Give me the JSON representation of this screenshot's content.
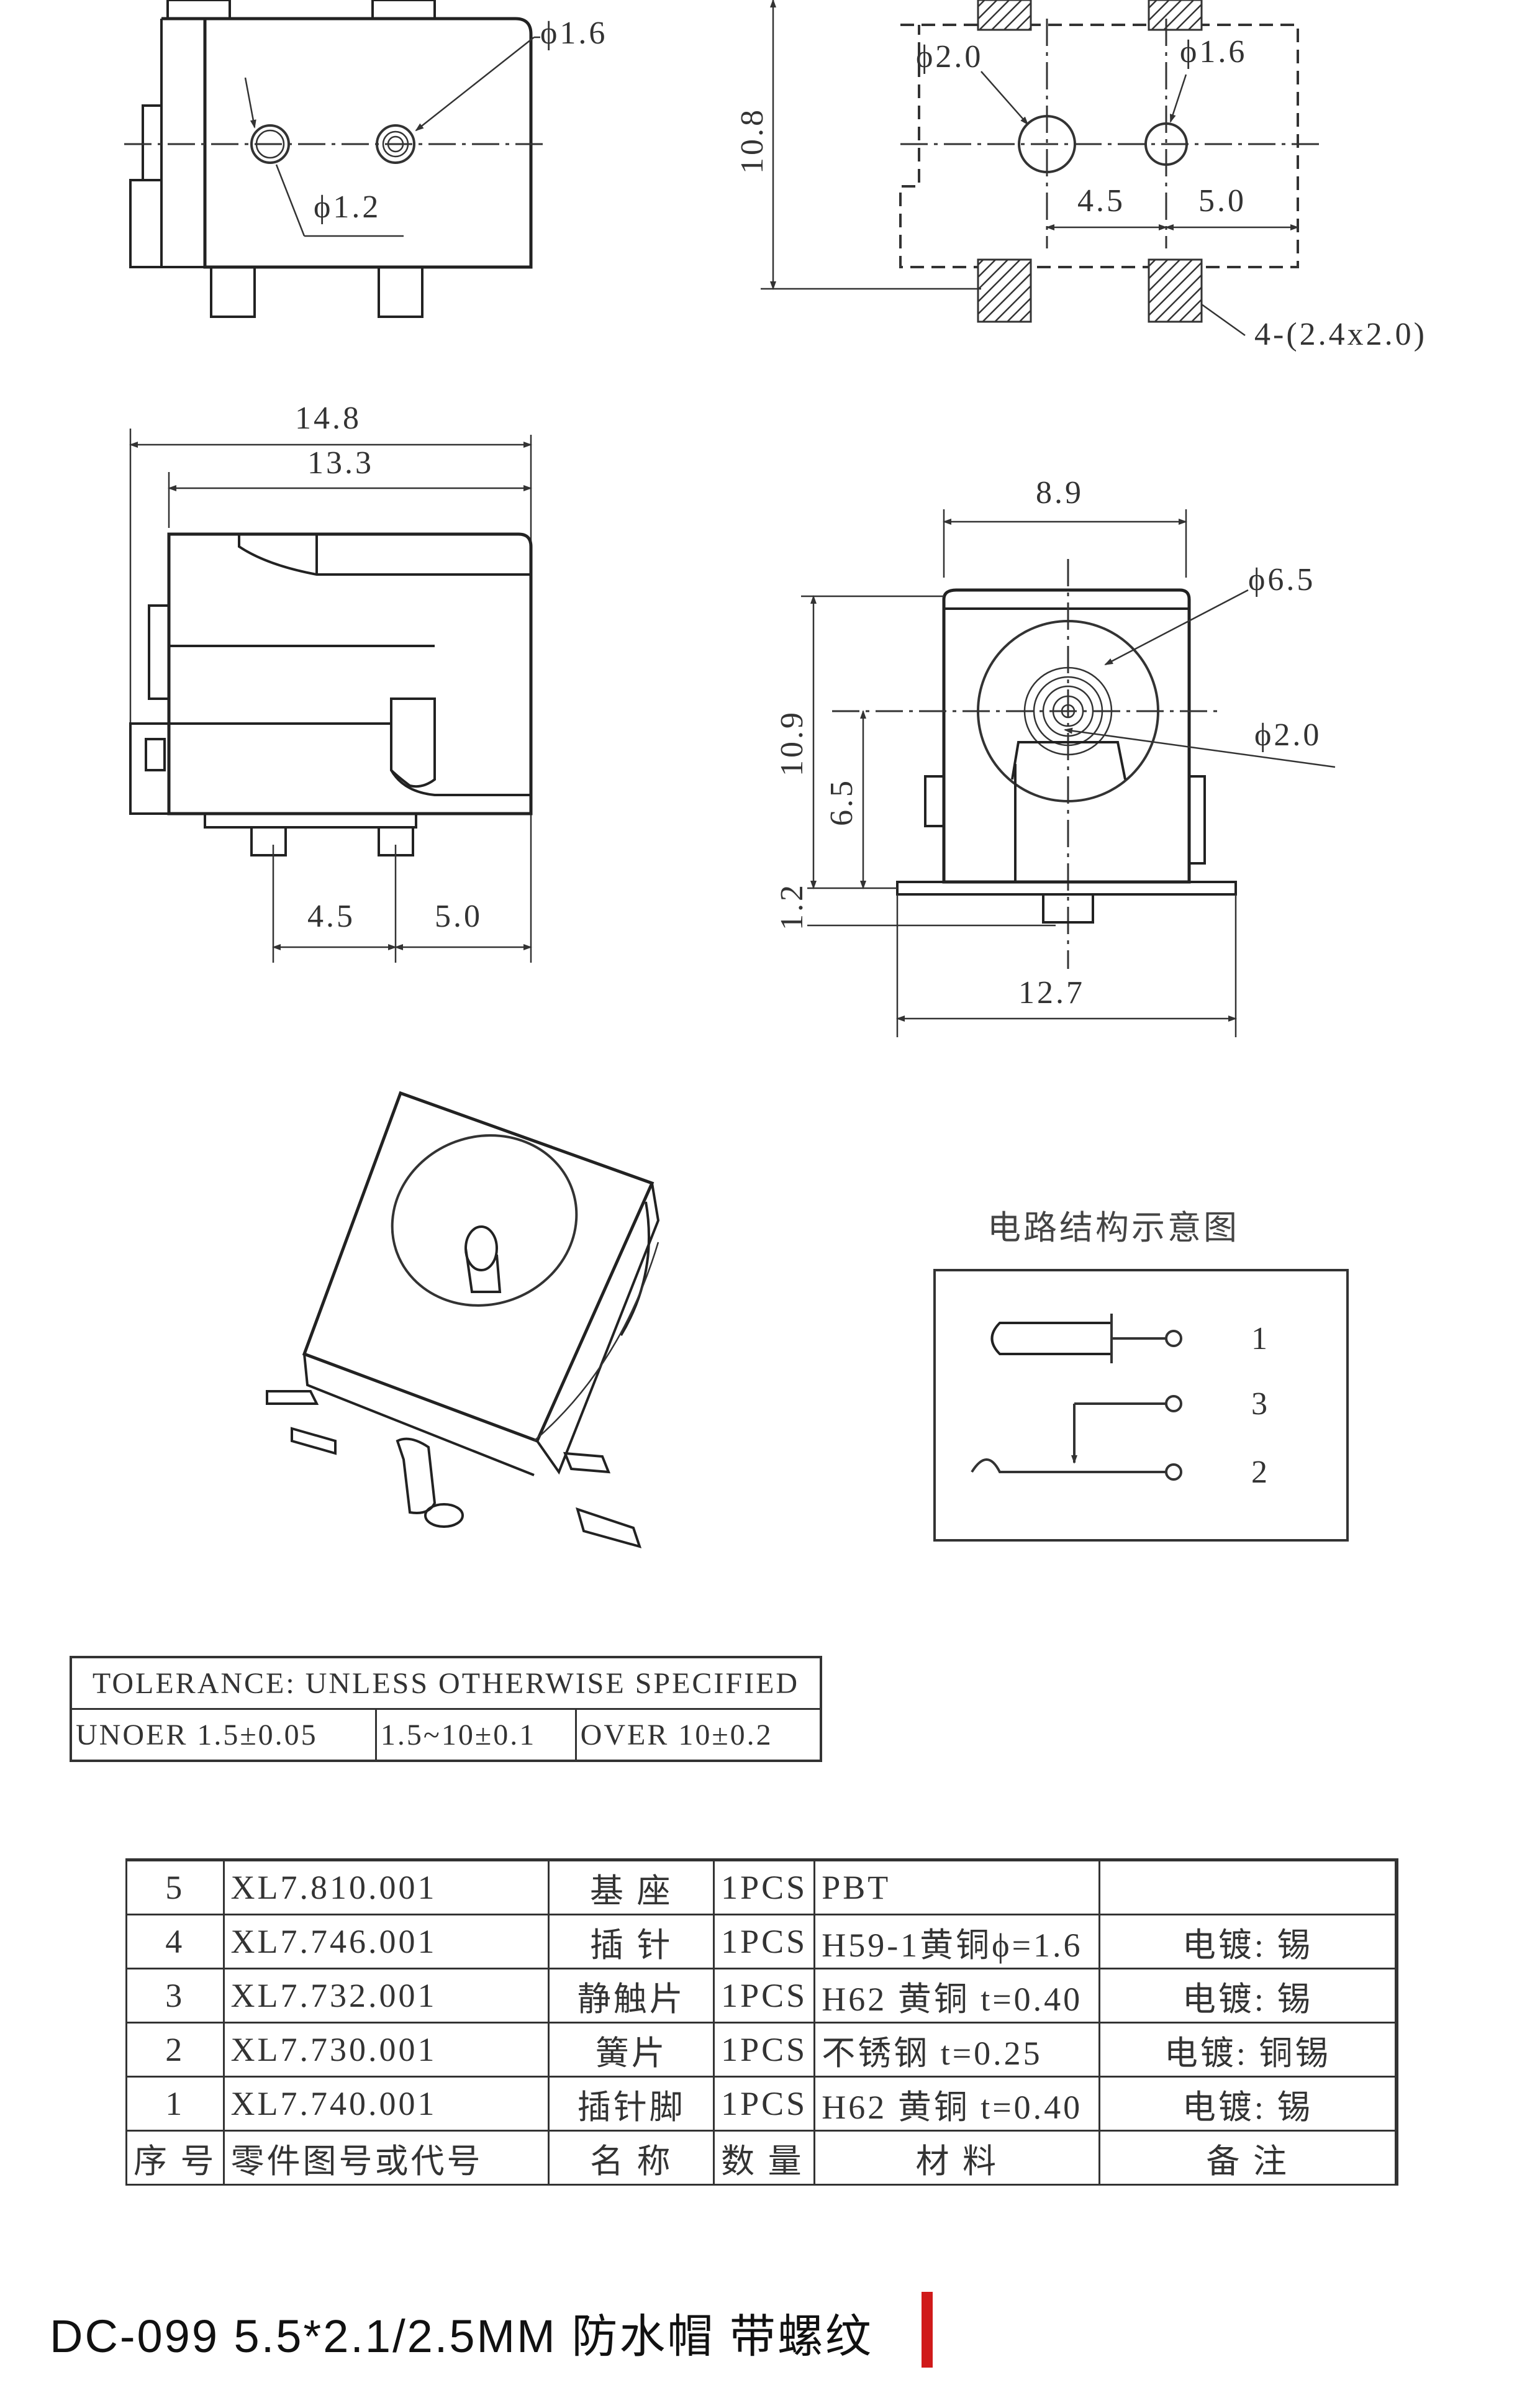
{
  "top_left_view": {
    "dia_top": "ϕ1.6",
    "dia_bottom": "ϕ1.2"
  },
  "footprint_view": {
    "hole_left": "ϕ2.0",
    "hole_right": "ϕ1.6",
    "height": "10.8",
    "spacing_a": "4.5",
    "spacing_b": "5.0",
    "pads": "4-(2.4x2.0)"
  },
  "side_view": {
    "overall": "14.8",
    "body": "13.3",
    "pin_a": "4.5",
    "pin_b": "5.0"
  },
  "front_view": {
    "width": "8.9",
    "outer_dia": "ϕ6.5",
    "pin_dia": "ϕ2.0",
    "height": "10.9",
    "center_height": "6.5",
    "pad_height": "1.2",
    "base_width": "12.7"
  },
  "circuit": {
    "title": "电路结构示意图",
    "pins": [
      "1",
      "3",
      "2"
    ]
  },
  "tolerance": {
    "header": "TOLERANCE: UNLESS OTHERWISE SPECIFIED",
    "cells": [
      "UNOER 1.5±0.05",
      "1.5~10±0.1",
      "OVER 10±0.2"
    ]
  },
  "bom": {
    "rows": [
      {
        "no": "5",
        "code": "XL7.810.001",
        "name": "基  座",
        "qty": "1PCS",
        "material": "PBT",
        "note": ""
      },
      {
        "no": "4",
        "code": "XL7.746.001",
        "name": "插  针",
        "qty": "1PCS",
        "material": "H59-1黄铜ϕ=1.6",
        "note": "电镀: 锡"
      },
      {
        "no": "3",
        "code": "XL7.732.001",
        "name": "静触片",
        "qty": "1PCS",
        "material": "H62 黄铜 t=0.40",
        "note": "电镀: 锡"
      },
      {
        "no": "2",
        "code": "XL7.730.001",
        "name": "簧片",
        "qty": "1PCS",
        "material": "不锈钢 t=0.25",
        "note": "电镀: 铜锡"
      },
      {
        "no": "1",
        "code": "XL7.740.001",
        "name": "插针脚",
        "qty": "1PCS",
        "material": "H62 黄铜 t=0.40",
        "note": "电镀: 锡"
      }
    ],
    "header": {
      "no": "序 号",
      "code": "零件图号或代号",
      "name": "名 称",
      "qty": "数 量",
      "material": "材   料",
      "note": "备   注"
    }
  },
  "footer": {
    "title": "DC-099 5.5*2.1/2.5MM 防水帽 带螺纹",
    "accent": "#d01a1a"
  }
}
